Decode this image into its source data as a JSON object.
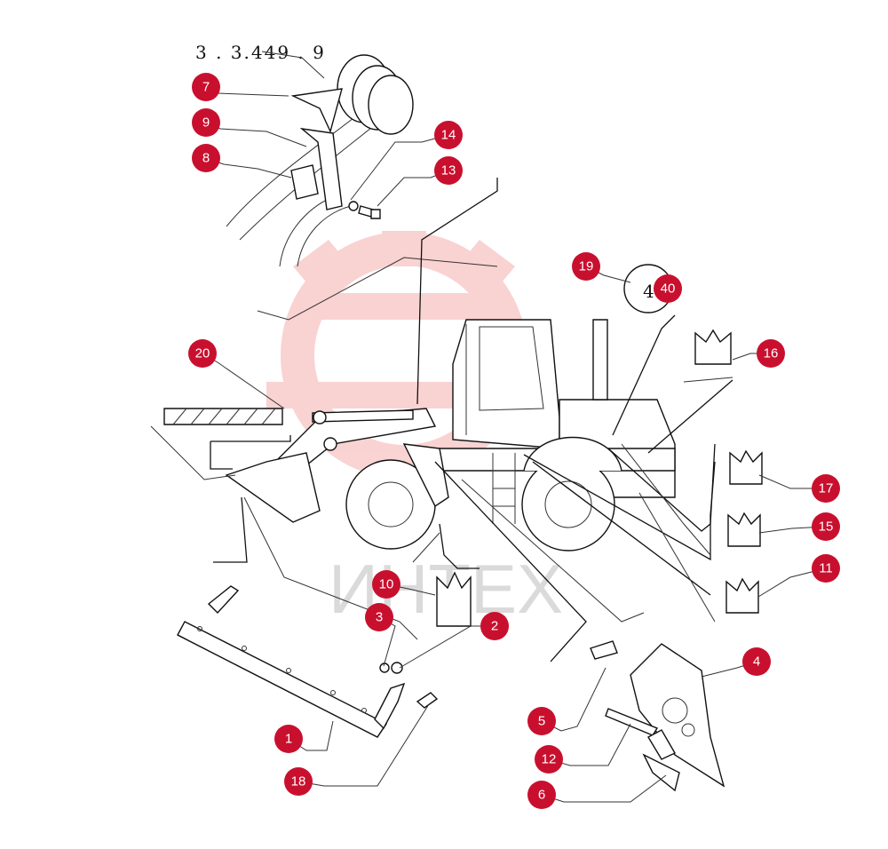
{
  "diagram": {
    "reference_text": "3 . 3.449 . 9",
    "sheet_number": "4",
    "watermark_text": "ИНТЕХ",
    "callout_color": "#c8102e",
    "callouts": [
      {
        "id": "c7",
        "label": "7"
      },
      {
        "id": "c9",
        "label": "9"
      },
      {
        "id": "c8",
        "label": "8"
      },
      {
        "id": "c14",
        "label": "14"
      },
      {
        "id": "c13",
        "label": "13"
      },
      {
        "id": "c19",
        "label": "19"
      },
      {
        "id": "c40",
        "label": "40"
      },
      {
        "id": "c20",
        "label": "20"
      },
      {
        "id": "c16",
        "label": "16"
      },
      {
        "id": "c17",
        "label": "17"
      },
      {
        "id": "c15",
        "label": "15"
      },
      {
        "id": "c11",
        "label": "11"
      },
      {
        "id": "c10",
        "label": "10"
      },
      {
        "id": "c3",
        "label": "3"
      },
      {
        "id": "c2",
        "label": "2"
      },
      {
        "id": "c4",
        "label": "4"
      },
      {
        "id": "c5",
        "label": "5"
      },
      {
        "id": "c12",
        "label": "12"
      },
      {
        "id": "c1",
        "label": "1"
      },
      {
        "id": "c6",
        "label": "6"
      },
      {
        "id": "c18",
        "label": "18"
      }
    ]
  }
}
